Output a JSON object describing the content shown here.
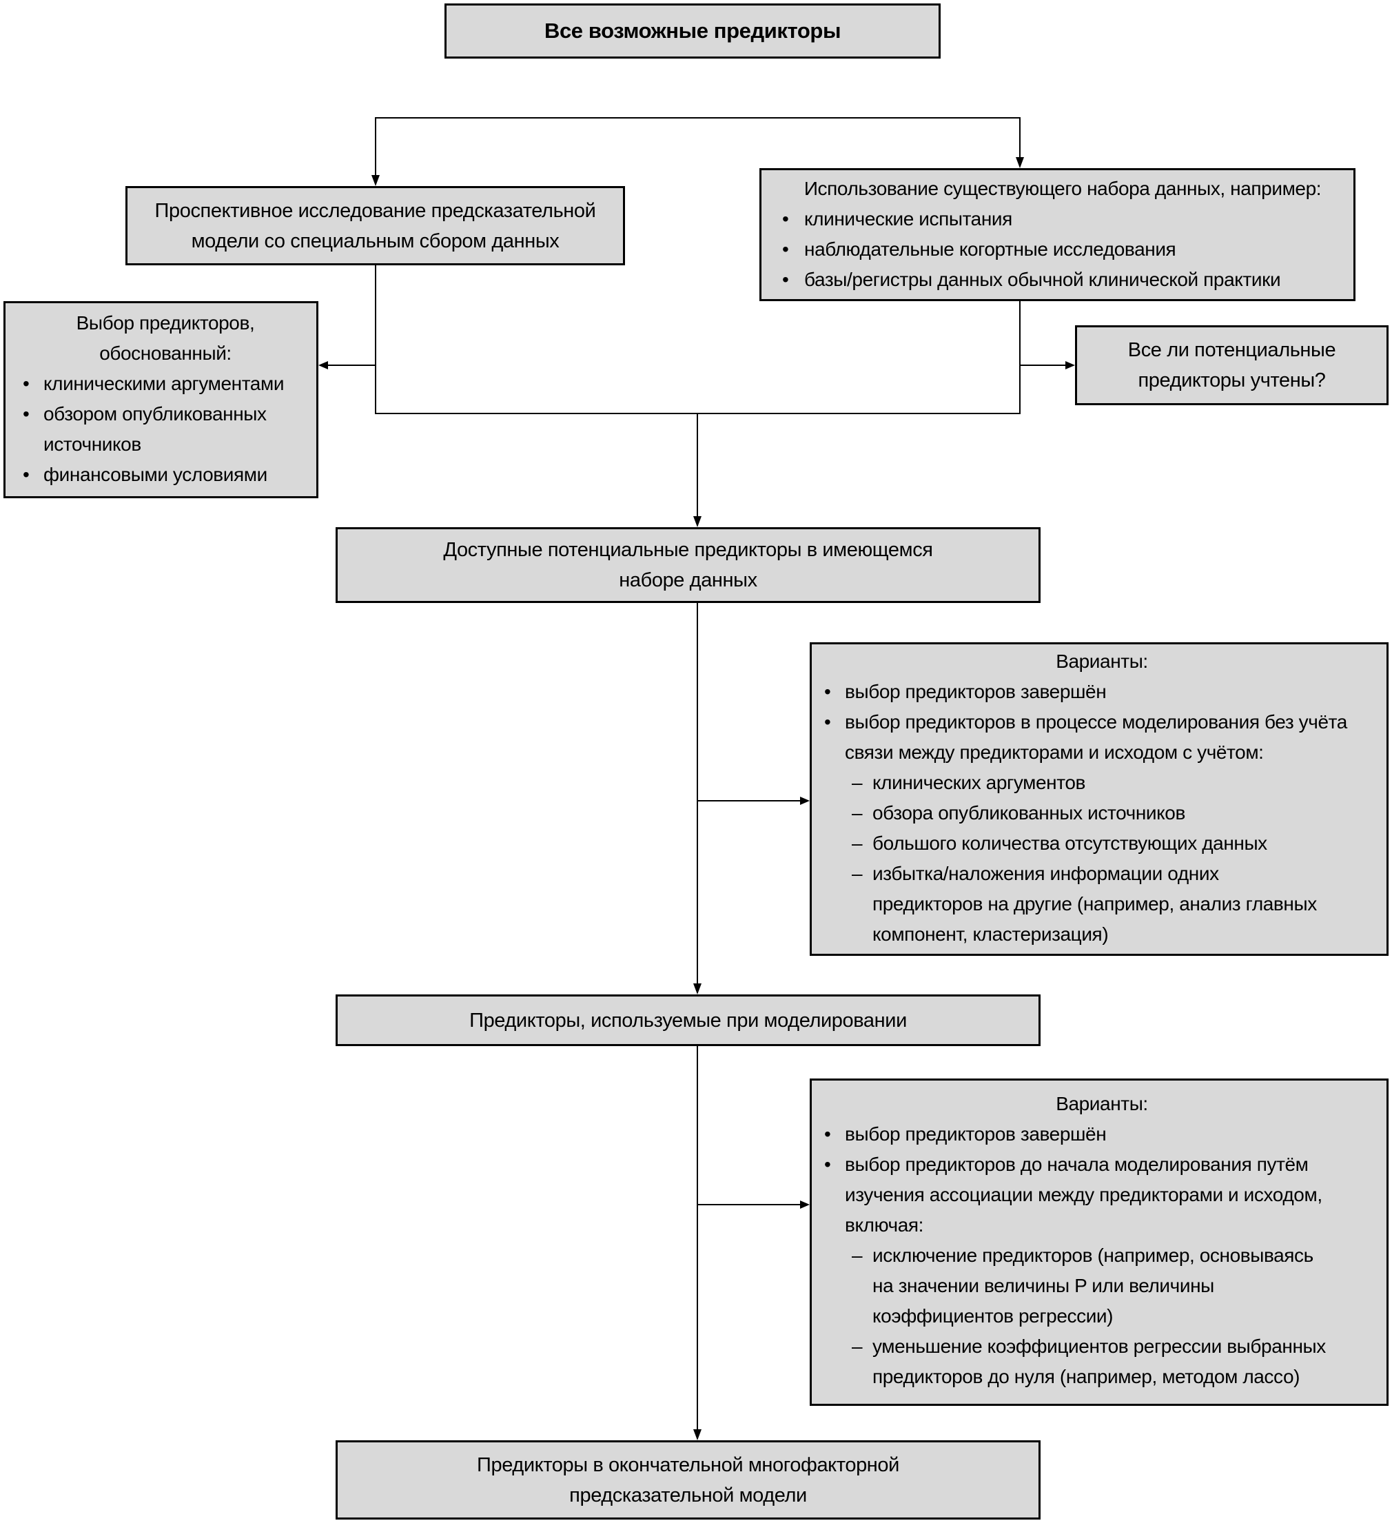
{
  "markers": {
    "bullet": "•",
    "dash": "–"
  },
  "colors": {
    "box_fill": "#d9d9d9",
    "box_border": "#000000",
    "connector": "#000000",
    "background": "#ffffff"
  },
  "boxes": {
    "all_predictors": {
      "title": "Все возможные предикторы"
    },
    "prospective_study": {
      "lines": [
        "Проспективное исследование предсказательной",
        "модели со специальным сбором данных"
      ]
    },
    "existing_dataset": {
      "heading": "Использование существующего набора данных, например:",
      "items": [
        "клинические испытания",
        "наблюдательные когортные исследования",
        "базы/регистры данных обычной клинической практики"
      ]
    },
    "predictor_selection_rationale": {
      "heading_lines": [
        "Выбор предикторов,",
        "обоснованный:"
      ],
      "items": [
        [
          "клиническими аргументами"
        ],
        [
          "обзором опубликованных",
          "источников"
        ],
        [
          "финансовыми условиями"
        ]
      ]
    },
    "all_considered": {
      "lines": [
        "Все ли потенциальные",
        "предикторы учтены?"
      ]
    },
    "available_predictors": {
      "lines": [
        "Доступные потенциальные предикторы в имеющемся",
        "наборе данных"
      ]
    },
    "options_1": {
      "heading": "Варианты:",
      "bullets": [
        [
          "выбор предикторов завершён"
        ],
        [
          "выбор предикторов в процессе моделирования без учёта",
          "связи между предикторами и исходом с учётом:"
        ]
      ],
      "dashes": [
        [
          "клинических аргументов"
        ],
        [
          "обзора опубликованных источников"
        ],
        [
          "большого количества отсутствующих данных"
        ],
        [
          "избытка/наложения информации одних",
          "предикторов на другие (например, анализ главных",
          "компонент, кластеризация)"
        ]
      ]
    },
    "modeling_predictors": {
      "title": "Предикторы, используемые при моделировании"
    },
    "options_2": {
      "heading": "Варианты:",
      "bullets": [
        [
          "выбор предикторов завершён"
        ],
        [
          "выбор предикторов до начала моделирования путём",
          "изучения ассоциации между предикторами и исходом,",
          "включая:"
        ]
      ],
      "dashes": [
        [
          "исключение предикторов (например, основываясь",
          "на значении величины P или величины",
          "коэффициентов регрессии)"
        ],
        [
          "уменьшение коэффициентов регрессии выбранных",
          "предикторов до нуля (например, методом лассо)"
        ]
      ]
    },
    "final_model": {
      "lines": [
        "Предикторы в окончательной многофакторной",
        "предсказательной модели"
      ]
    }
  }
}
